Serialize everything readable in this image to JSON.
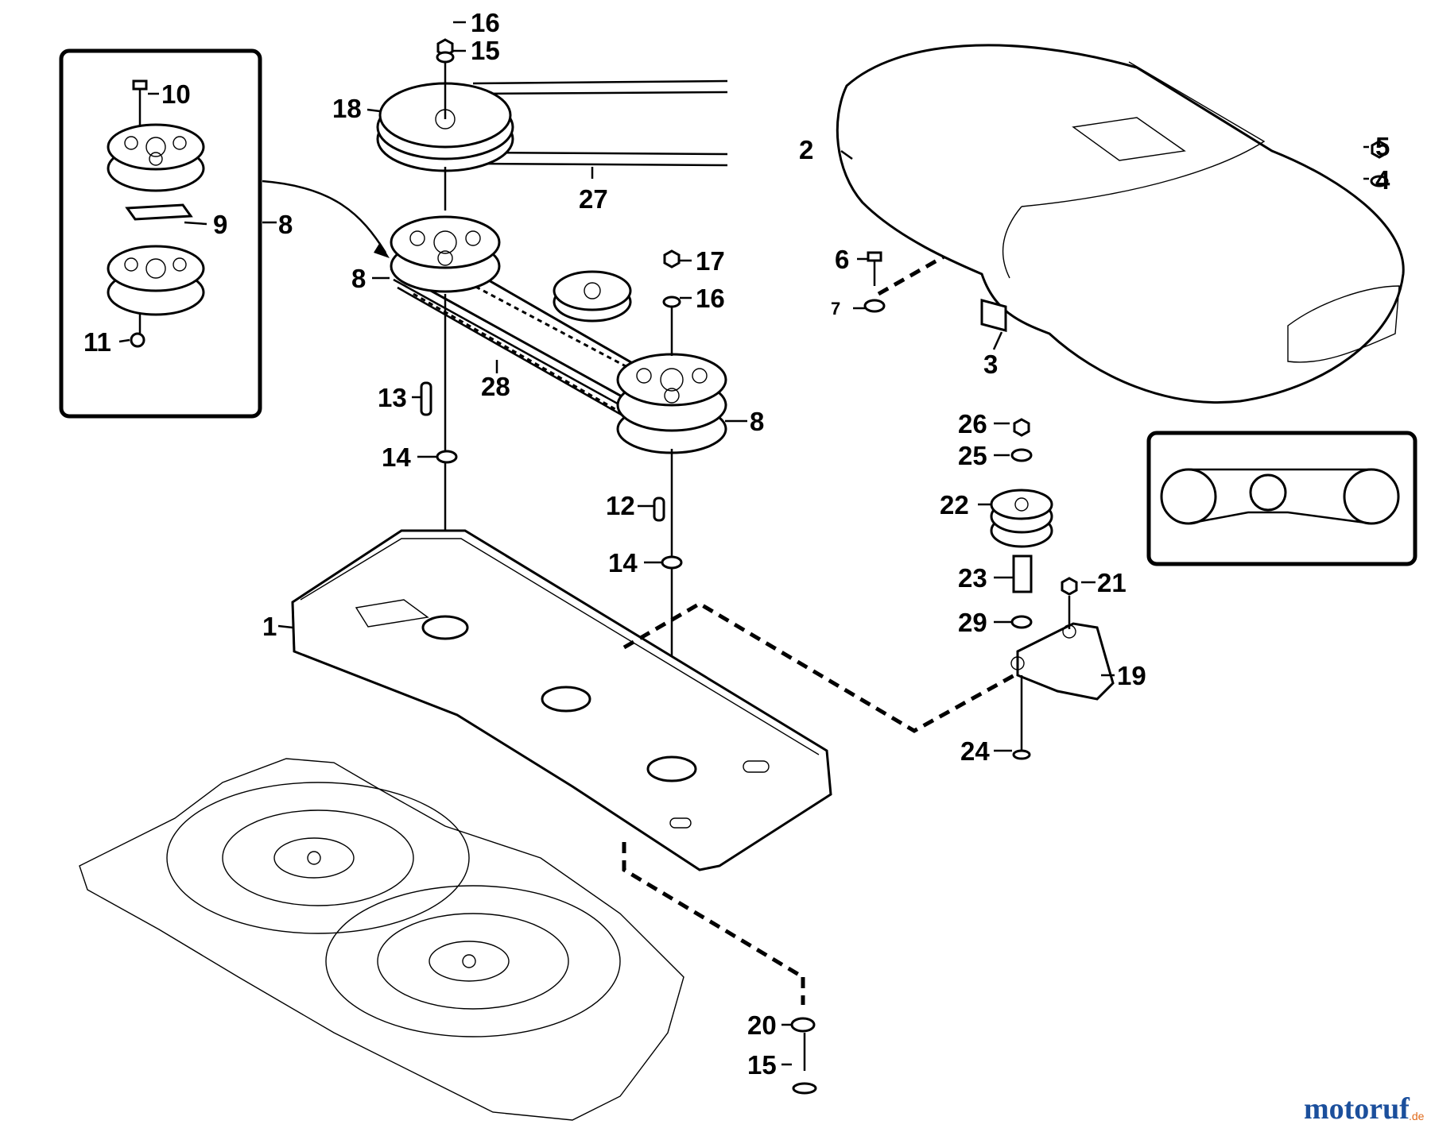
{
  "callouts": [
    {
      "id": "c1",
      "text": "1"
    },
    {
      "id": "c2",
      "text": "2"
    },
    {
      "id": "c3",
      "text": "3"
    },
    {
      "id": "c4",
      "text": "4"
    },
    {
      "id": "c5",
      "text": "5"
    },
    {
      "id": "c6",
      "text": "6"
    },
    {
      "id": "c7",
      "text": "7"
    },
    {
      "id": "c8a",
      "text": "8"
    },
    {
      "id": "c8b",
      "text": "8"
    },
    {
      "id": "c8c",
      "text": "8"
    },
    {
      "id": "c9",
      "text": "9"
    },
    {
      "id": "c10",
      "text": "10"
    },
    {
      "id": "c11",
      "text": "11"
    },
    {
      "id": "c12",
      "text": "12"
    },
    {
      "id": "c13",
      "text": "13"
    },
    {
      "id": "c14a",
      "text": "14"
    },
    {
      "id": "c14b",
      "text": "14"
    },
    {
      "id": "c15a",
      "text": "15"
    },
    {
      "id": "c15b",
      "text": "15"
    },
    {
      "id": "c16a",
      "text": "16"
    },
    {
      "id": "c16b",
      "text": "16"
    },
    {
      "id": "c17",
      "text": "17"
    },
    {
      "id": "c18",
      "text": "18"
    },
    {
      "id": "c19",
      "text": "19"
    },
    {
      "id": "c20",
      "text": "20"
    },
    {
      "id": "c21",
      "text": "21"
    },
    {
      "id": "c22",
      "text": "22"
    },
    {
      "id": "c23",
      "text": "23"
    },
    {
      "id": "c24",
      "text": "24"
    },
    {
      "id": "c25",
      "text": "25"
    },
    {
      "id": "c26",
      "text": "26"
    },
    {
      "id": "c27",
      "text": "27"
    },
    {
      "id": "c28",
      "text": "28"
    },
    {
      "id": "c29",
      "text": "29"
    }
  ],
  "watermark": {
    "brand": "motoruf",
    "suffix": ".de",
    "brand_color": "#1b4f9c",
    "accent_color": "#e06a1a"
  }
}
